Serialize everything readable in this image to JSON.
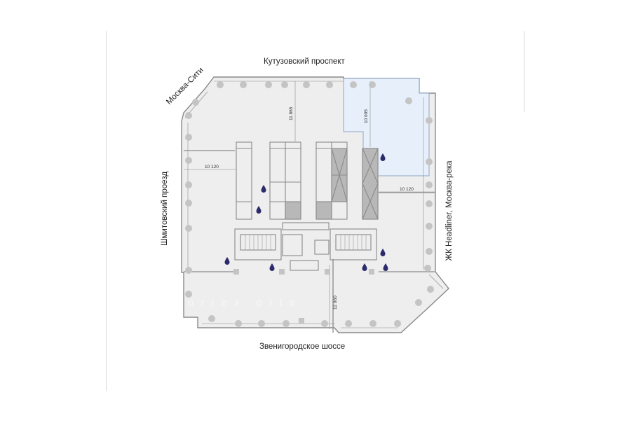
{
  "streets": {
    "north": "Кутузовский проспект",
    "south": "Звенигородское шоссе",
    "west": "Шмитовский проезд",
    "east": "ЖК Headliner, Москва-река",
    "northwest": "Москва-Сити"
  },
  "dimensions": {
    "top_center": "11 865",
    "top_right": "10 005",
    "left": "10 120",
    "right": "10 120",
    "bottom": "12 960"
  },
  "watermark": "ortex orte",
  "colors": {
    "floor": "#eeeeee",
    "highlight": "#e7f0fa",
    "highlight_border": "#8fa6c6",
    "wall": "#8a8a8a",
    "column": "#c4c4c4",
    "water_icon": "#2b2b6b",
    "shaft": "#b8b8b8"
  }
}
